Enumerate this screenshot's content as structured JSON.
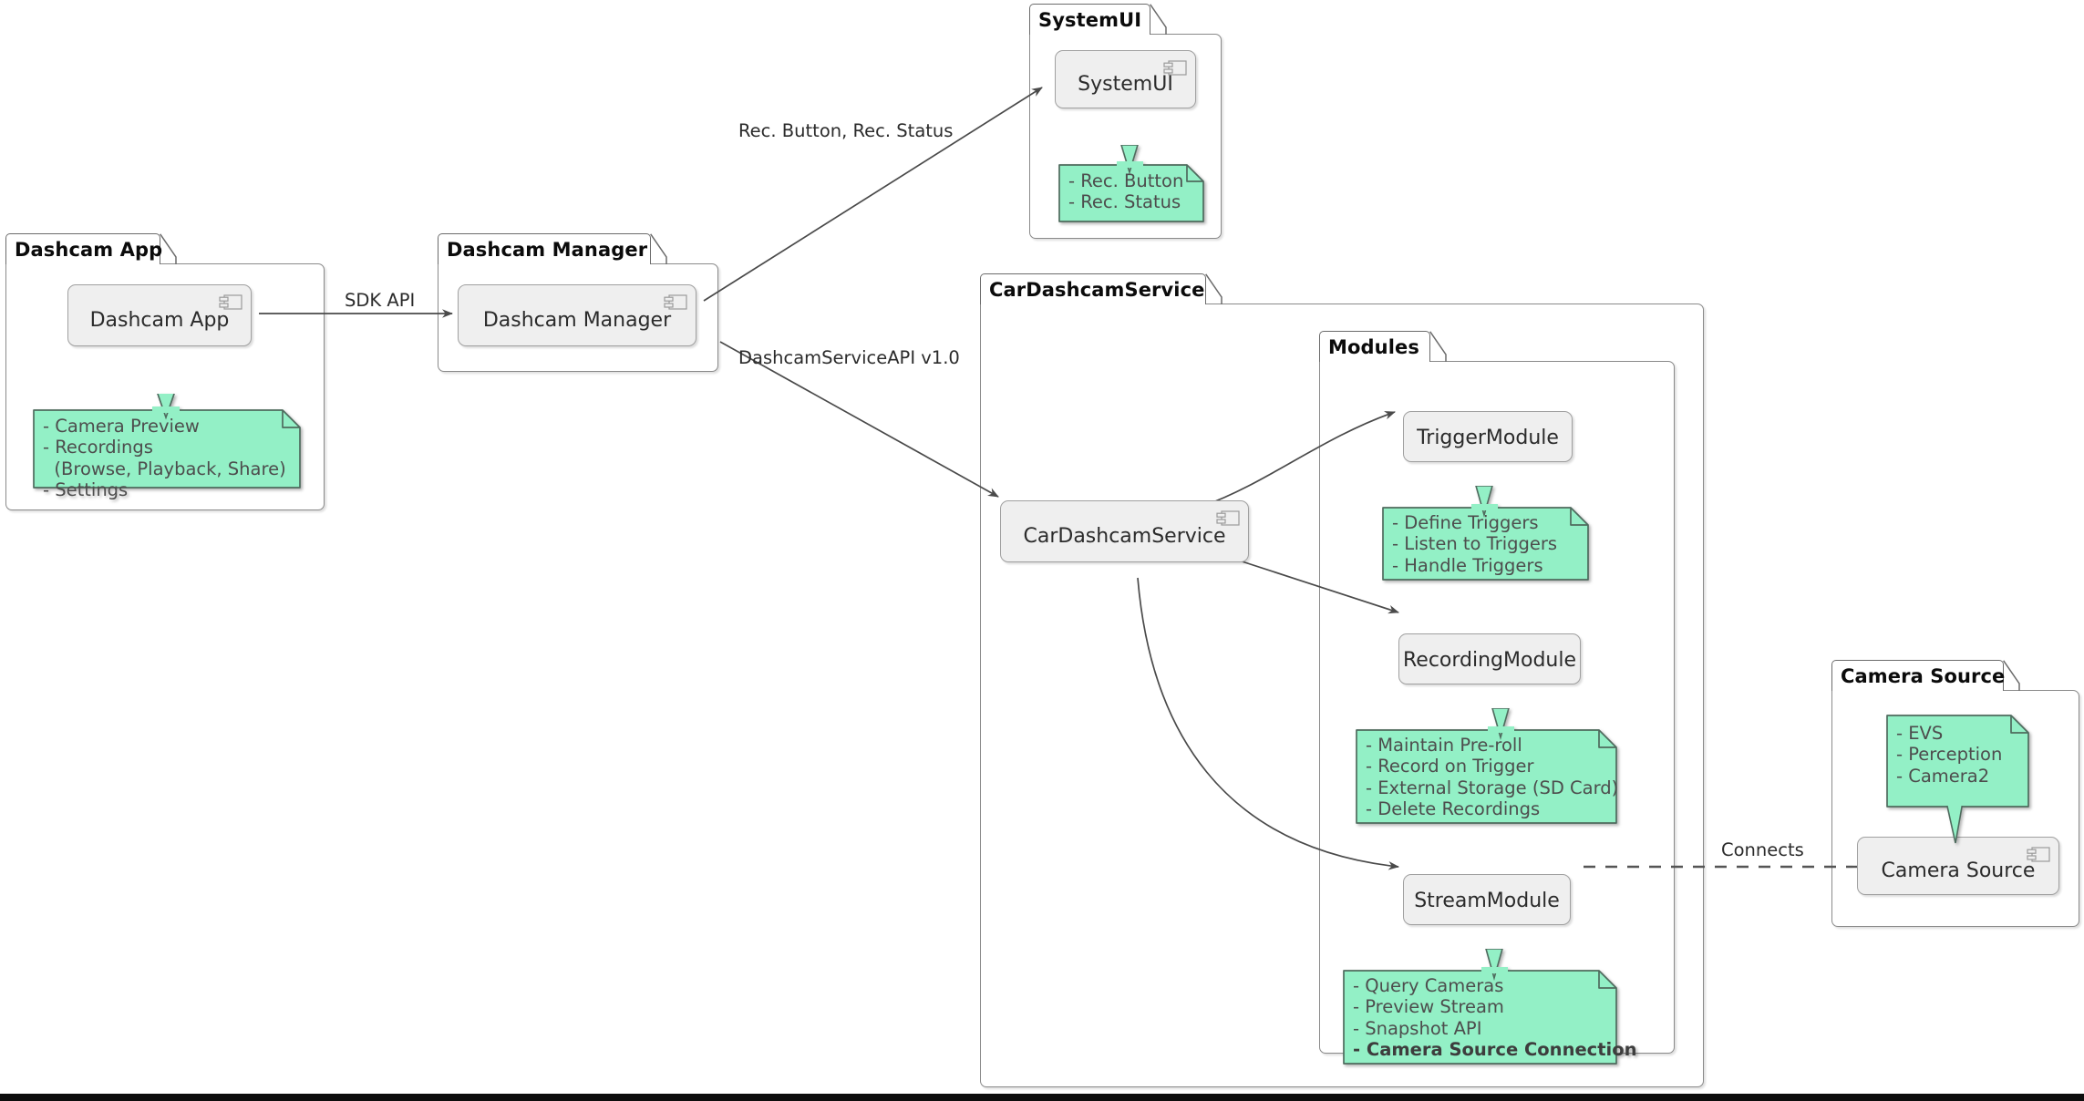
{
  "diagram": {
    "type": "uml-component-diagram",
    "title_visible": false,
    "colors": {
      "note_fill": "#93f0c6",
      "note_border": "#4f6b5e",
      "component_fill": "#efefef",
      "component_border": "#a0a0a0",
      "package_border": "#8a8a8a",
      "text": "#2b2b2b",
      "note_text": "#4d4d4d",
      "edge": "#4a4a4a",
      "bottom_bar": "#0d0d0d"
    }
  },
  "packages": {
    "dashcam_app": {
      "title": "Dashcam App",
      "component": {
        "label": "Dashcam App",
        "icon": "uml-component-icon"
      },
      "note": {
        "lines": [
          "- Camera Preview",
          "- Recordings",
          "  (Browse, Playback, Share)",
          "- Settings"
        ]
      }
    },
    "dashcam_manager": {
      "title": "Dashcam Manager",
      "component": {
        "label": "Dashcam Manager",
        "icon": "uml-component-icon"
      }
    },
    "system_ui": {
      "title": "SystemUI",
      "component": {
        "label": "SystemUI",
        "icon": "uml-component-icon"
      },
      "note": {
        "lines": [
          "- Rec. Button",
          "- Rec. Status"
        ]
      }
    },
    "car_dashcam_service": {
      "title": "CarDashcamService",
      "component": {
        "label": "CarDashcamService",
        "icon": "uml-component-icon"
      },
      "modules": {
        "title": "Modules",
        "items": [
          {
            "label": "TriggerModule",
            "note": {
              "lines": [
                "- Define Triggers",
                "- Listen to Triggers",
                "- Handle Triggers"
              ]
            }
          },
          {
            "label": "RecordingModule",
            "note": {
              "lines": [
                "- Maintain Pre-roll",
                "- Record on Trigger",
                "- External Storage (SD Card)",
                "- Delete Recordings"
              ]
            }
          },
          {
            "label": "StreamModule",
            "note": {
              "lines": [
                "- Query Cameras",
                "- Preview Stream",
                "- Snapshot API"
              ],
              "bold_lines": [
                "- Camera Source Connection"
              ]
            }
          }
        ]
      }
    },
    "camera_source": {
      "title": "Camera Source",
      "component": {
        "label": "Camera Source",
        "icon": "uml-component-icon"
      },
      "note": {
        "lines": [
          "- EVS",
          "- Perception",
          "- Camera2"
        ]
      }
    }
  },
  "edges": [
    {
      "id": "app-to-manager",
      "label": "SDK API",
      "style": "solid-arrow"
    },
    {
      "id": "manager-to-systemui",
      "label": "Rec. Button, Rec. Status",
      "style": "solid-arrow"
    },
    {
      "id": "manager-to-service",
      "label": "DashcamServiceAPI v1.0",
      "style": "solid-arrow"
    },
    {
      "id": "service-to-trigger",
      "label": "",
      "style": "solid-arrow"
    },
    {
      "id": "service-to-recording",
      "label": "",
      "style": "solid-arrow"
    },
    {
      "id": "service-to-stream",
      "label": "",
      "style": "solid-arrow-curved"
    },
    {
      "id": "stream-to-camera-source",
      "label": "Connects",
      "style": "dashed-line"
    }
  ]
}
